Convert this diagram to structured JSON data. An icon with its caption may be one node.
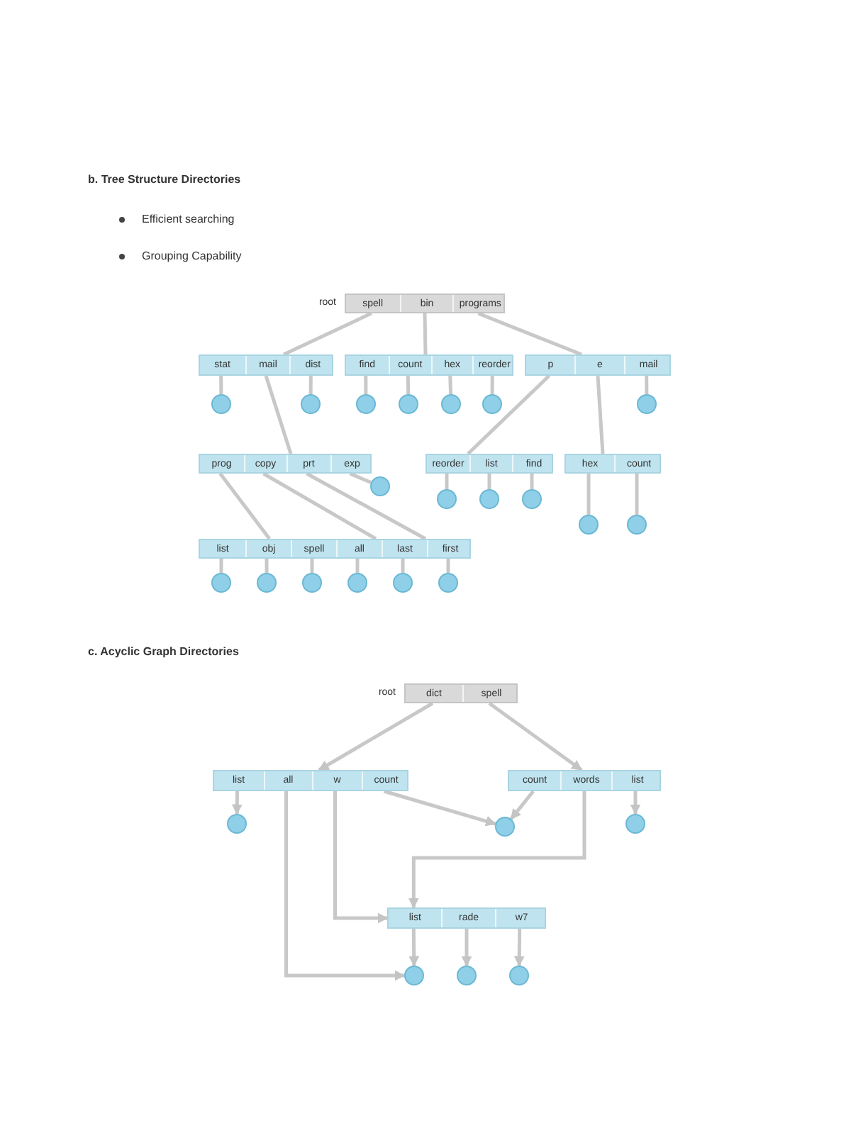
{
  "diagram": {
    "nodes": [
      {
        "text": [],
        "shape": "box",
        "beside": [
          "root"
        ]
      },
      {
        "text": [
          "spell"
        ],
        "in": 0
      },
      {
        "text": [
          "bin"
        ],
        "in": 0
      },
      {
        "text": [
          "programs"
        ],
        "in": 0
      },
      {
        "text": [],
        "shape": "box"
      },
      {
        "text": [
          "stat"
        ],
        "in": 4
      },
      {
        "text": [
          "mail"
        ],
        "in": 4
      },
      {
        "text": [
          "dist"
        ],
        "in": 4
      },
      {
        "text": [],
        "shape": "box"
      },
      {
        "text": [
          "find"
        ],
        "in": 8
      },
      {
        "text": [
          "count"
        ],
        "in": 8
      },
      {
        "text": [
          "hex"
        ],
        "in": 8
      },
      {
        "text": [
          "reorder"
        ],
        "in": 8
      },
      {
        "text": [],
        "shape": "box"
      },
      {
        "text": [
          "p"
        ],
        "in": 13
      },
      {
        "text": [
          "e"
        ],
        "in": 13
      },
      {
        "text": [
          "mail"
        ],
        "in": 13
      },
      {
        "text": [],
        "shape": "circle"
      },
      {
        "text": [],
        "shape": "circle"
      },
      {
        "text": [],
        "shape": "circle"
      },
      {
        "text": [],
        "shape": "circle"
      },
      {
        "text": [],
        "shape": "circle"
      },
      {
        "text": [],
        "shape": "circle"
      },
      {
        "text": [],
        "shape": "circle"
      },
      {
        "text": [],
        "shape": "box"
      },
      {
        "text": [
          "prog"
        ],
        "in": 24
      },
      {
        "text": [
          "copy"
        ],
        "in": 24
      },
      {
        "text": [
          "prt"
        ],
        "in": 24
      },
      {
        "text": [
          "exp"
        ],
        "in": 24
      },
      {
        "text": [],
        "shape": "box"
      },
      {
        "text": [
          "reorder"
        ],
        "in": 29
      },
      {
        "text": [
          "list"
        ],
        "in": 29
      },
      {
        "text": [
          "find"
        ],
        "in": 29
      },
      {
        "text": [],
        "shape": "box"
      },
      {
        "text": [
          "hex"
        ],
        "in": 33
      },
      {
        "text": [
          "count"
        ],
        "in": 33
      },
      {
        "text": [],
        "shape": "circle"
      },
      {
        "text": [],
        "shape": "circle"
      },
      {
        "text": [],
        "shape": "circle"
      },
      {
        "text": [],
        "shape": "circle"
      },
      {
        "text": [],
        "shape": "circle"
      },
      {
        "text": [],
        "shape": "circle"
      },
      {
        "text": [],
        "shape": "box"
      },
      {
        "text": [
          "list"
        ],
        "in": 42
      },
      {
        "text": [
          "obj"
        ],
        "in": 42
      },
      {
        "text": [
          "spell"
        ],
        "in": 42
      },
      {
        "text": [
          "all"
        ],
        "in": 42
      },
      {
        "text": [
          "last"
        ],
        "in": 42
      },
      {
        "text": [
          "first"
        ],
        "in": 42
      },
      {
        "text": [],
        "shape": "circle"
      },
      {
        "text": [],
        "shape": "circle"
      },
      {
        "text": [],
        "shape": "circle"
      },
      {
        "text": [],
        "shape": "circle"
      },
      {
        "text": [],
        "shape": "circle"
      },
      {
        "text": [],
        "shape": "circle"
      },
      {
        "text": [],
        "shape": "box",
        "beside": [
          "root"
        ]
      },
      {
        "text": [
          "dict"
        ],
        "in": 55
      },
      {
        "text": [
          "spell"
        ],
        "in": 55
      },
      {
        "text": [],
        "shape": "box"
      },
      {
        "text": [
          "list"
        ],
        "in": 58
      },
      {
        "text": [
          "all"
        ],
        "in": 58
      },
      {
        "text": [
          "w"
        ],
        "in": 58
      },
      {
        "text": [
          "count"
        ],
        "in": 58
      },
      {
        "text": [],
        "shape": "box"
      },
      {
        "text": [
          "count"
        ],
        "in": 63
      },
      {
        "text": [
          "words"
        ],
        "in": 63
      },
      {
        "text": [
          "list"
        ],
        "in": 63
      },
      {
        "text": [],
        "shape": "circle"
      },
      {
        "text": [],
        "shape": "circle"
      },
      {
        "text": [],
        "shape": "circle"
      },
      {
        "text": [],
        "shape": "box"
      },
      {
        "text": [
          "list"
        ],
        "in": 70
      },
      {
        "text": [
          "rade"
        ],
        "in": 70
      },
      {
        "text": [
          "w7"
        ],
        "in": 70
      },
      {
        "text": [],
        "shape": "circle"
      },
      {
        "text": [],
        "shape": "circle"
      },
      {
        "text": [],
        "shape": "circle"
      }
    ],
    "edges": [
      {
        "from": 1,
        "to": 4,
        "arrow": "none"
      },
      {
        "from": 2,
        "to": 8,
        "arrow": "none"
      },
      {
        "from": 3,
        "to": 13,
        "arrow": "none"
      },
      {
        "from": 5,
        "to": 17,
        "arrow": "none"
      },
      {
        "from": 6,
        "to": 24,
        "arrow": "none"
      },
      {
        "from": 7,
        "to": 18,
        "arrow": "none"
      },
      {
        "from": 9,
        "to": 19,
        "arrow": "none"
      },
      {
        "from": 10,
        "to": 20,
        "arrow": "none"
      },
      {
        "from": 11,
        "to": 21,
        "arrow": "none"
      },
      {
        "from": 12,
        "to": 22,
        "arrow": "none"
      },
      {
        "from": 14,
        "to": 29,
        "arrow": "none"
      },
      {
        "from": 15,
        "to": 33,
        "arrow": "none"
      },
      {
        "from": 16,
        "to": 23,
        "arrow": "none"
      },
      {
        "from": 25,
        "to": 42,
        "arrow": "none"
      },
      {
        "from": 26,
        "to": 42,
        "arrow": "none"
      },
      {
        "from": 27,
        "to": 42,
        "arrow": "none"
      },
      {
        "from": 28,
        "to": 36,
        "arrow": "none"
      },
      {
        "from": 30,
        "to": 37,
        "arrow": "none"
      },
      {
        "from": 31,
        "to": 38,
        "arrow": "none"
      },
      {
        "from": 32,
        "to": 39,
        "arrow": "none"
      },
      {
        "from": 34,
        "to": 40,
        "arrow": "none"
      },
      {
        "from": 35,
        "to": 41,
        "arrow": "none"
      },
      {
        "from": 43,
        "to": 49,
        "arrow": "none"
      },
      {
        "from": 44,
        "to": 50,
        "arrow": "none"
      },
      {
        "from": 45,
        "to": 51,
        "arrow": "none"
      },
      {
        "from": 46,
        "to": 52,
        "arrow": "none"
      },
      {
        "from": 47,
        "to": 53,
        "arrow": "none"
      },
      {
        "from": 48,
        "to": 54,
        "arrow": "none"
      },
      {
        "from": 56,
        "to": 58,
        "arrow": "to"
      },
      {
        "from": 57,
        "to": 63,
        "arrow": "to"
      },
      {
        "from": 59,
        "to": 67,
        "arrow": "to"
      },
      {
        "from": 62,
        "to": 68,
        "arrow": "to"
      },
      {
        "from": 64,
        "to": 68,
        "arrow": "to"
      },
      {
        "from": 66,
        "to": 69,
        "arrow": "to"
      },
      {
        "from": 65,
        "to": 70,
        "arrow": "to"
      },
      {
        "from": 61,
        "to": 70,
        "arrow": "to"
      },
      {
        "from": 60,
        "to": 74,
        "arrow": "to"
      },
      {
        "from": 71,
        "to": 74,
        "arrow": "to"
      },
      {
        "from": 72,
        "to": 75,
        "arrow": "to"
      },
      {
        "from": 73,
        "to": 76,
        "arrow": "to"
      }
    ],
    "labels": [
      "b. Tree Structure Directories",
      "Efficient searching",
      "Grouping Capability",
      "c. Acyclic Graph Directories"
    ]
  }
}
